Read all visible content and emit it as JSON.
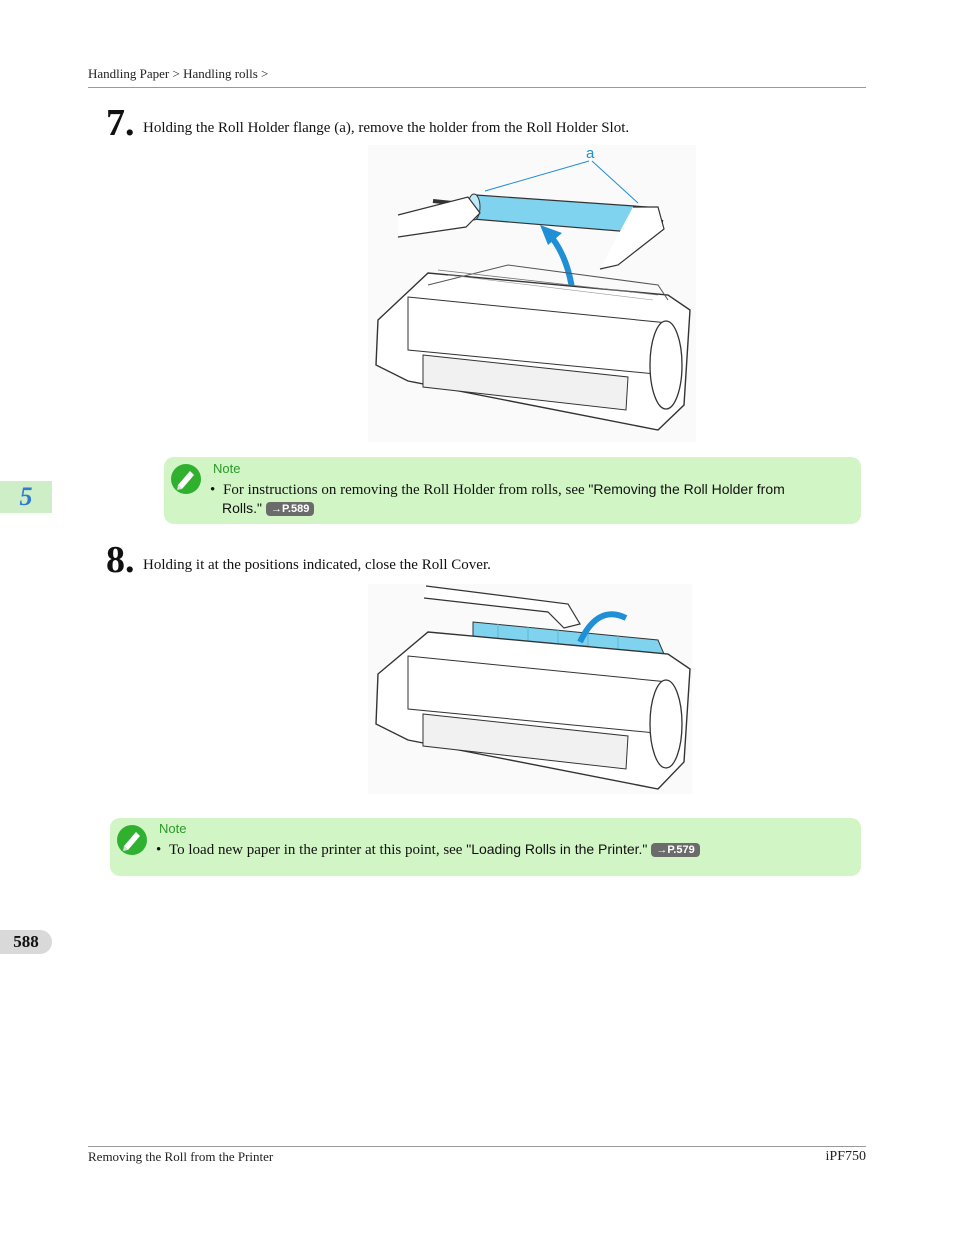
{
  "header": {
    "breadcrumb": "Handling Paper > Handling rolls >"
  },
  "steps": [
    {
      "number": "7.",
      "text": "Holding the Roll Holder flange (a), remove the holder from the Roll Holder Slot.",
      "callout": "a"
    },
    {
      "number": "8.",
      "text": "Holding it at the positions indicated, close the Roll Cover."
    }
  ],
  "note1": {
    "title": "Note",
    "bullet": "•",
    "text": "For instructions on removing the Roll Holder from rolls, see ",
    "link": "\"Removing the Roll Holder from",
    "link2": "Rolls.\"",
    "ref": "→P.589"
  },
  "note2": {
    "title": "Note",
    "bullet": "•",
    "text": "To load new paper in the printer at this point, see ",
    "link": "\"Loading Rolls in the Printer.\"",
    "ref": "→P.579"
  },
  "chapter_tab": "5",
  "page_number": "588",
  "footer": {
    "left": "Removing the Roll from the Printer",
    "right": "iPF750"
  },
  "colors": {
    "note_bg": "#d2f5c5",
    "note_title": "#2a9a2a",
    "chapter_tab_bg": "#cdeec6",
    "chapter_tab_text": "#2e7bd0",
    "highlight_blue": "#7fd3ee",
    "arrow_blue": "#1f8fd6"
  }
}
